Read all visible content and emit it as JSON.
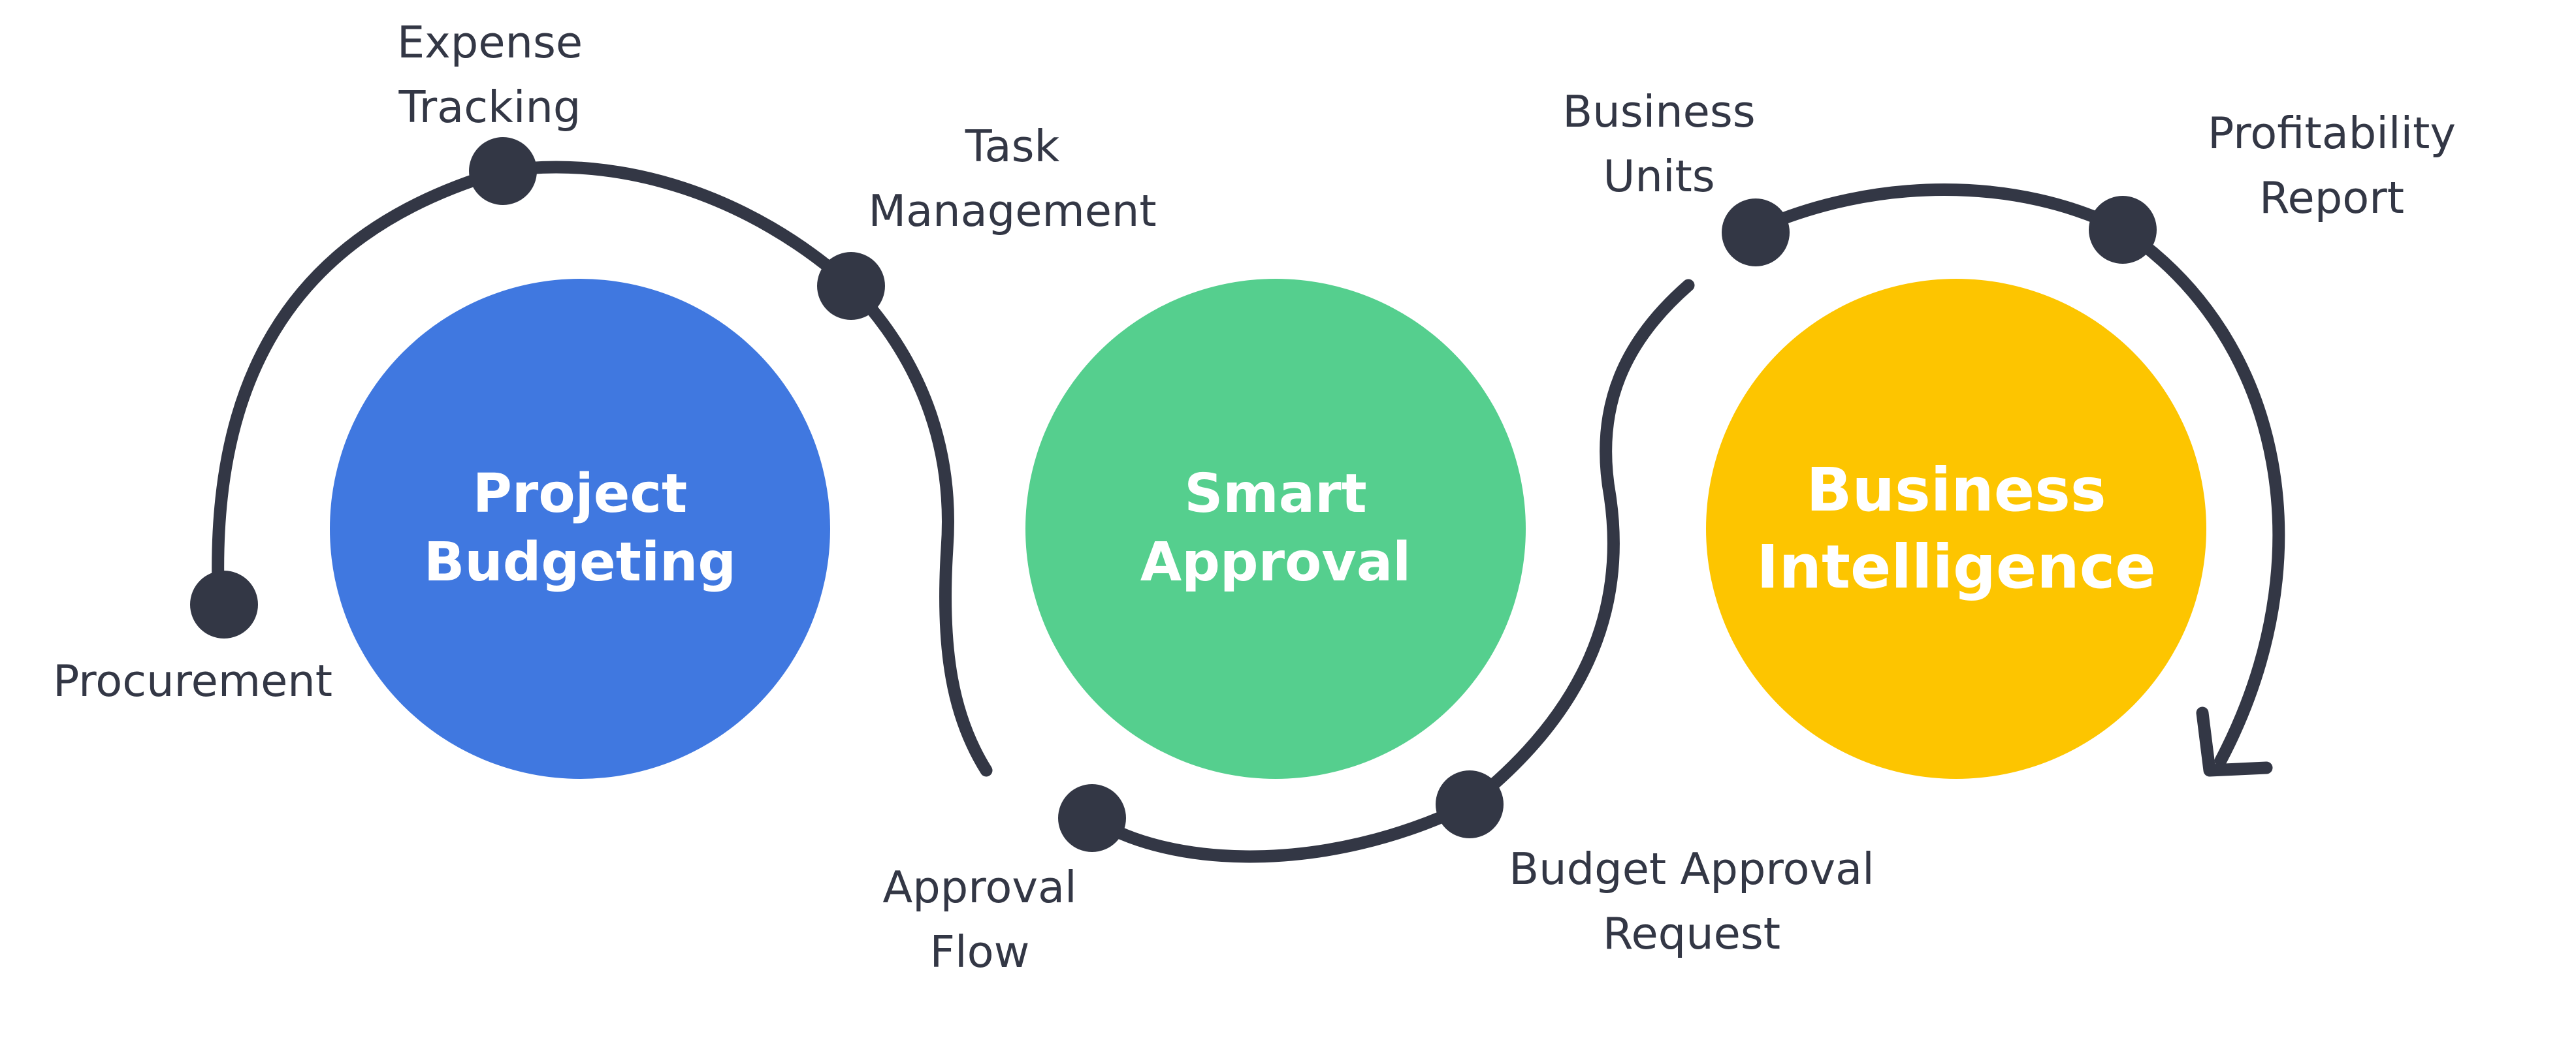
{
  "colors": {
    "line": "#333745",
    "node": "#333745",
    "project_budgeting": "#4078E0",
    "smart_approval": "#55CF8E",
    "business_intelligence": "#FDC500",
    "circle_text": "#FFFFFF",
    "label_text": "#333745"
  },
  "circles": {
    "project_budgeting": {
      "line1": "Project",
      "line2": "Budgeting"
    },
    "smart_approval": {
      "line1": "Smart",
      "line2": "Approval"
    },
    "business_intelligence": {
      "line1": "Business",
      "line2": "Intelligence"
    }
  },
  "labels": {
    "expense_tracking": {
      "line1": "Expense",
      "line2": "Tracking"
    },
    "task_management": {
      "line1": "Task",
      "line2": "Management"
    },
    "procurement": {
      "line1": "Procurement"
    },
    "approval_flow": {
      "line1": "Approval",
      "line2": "Flow"
    },
    "business_units": {
      "line1": "Business",
      "line2": "Units"
    },
    "profitability_report": {
      "line1": "Profitability",
      "line2": "Report"
    },
    "budget_approval_request": {
      "line1": "Budget Approval",
      "line2": "Request"
    }
  },
  "icons": {
    "flow_end": "arrowhead-icon",
    "node": "circle-node-icon"
  }
}
